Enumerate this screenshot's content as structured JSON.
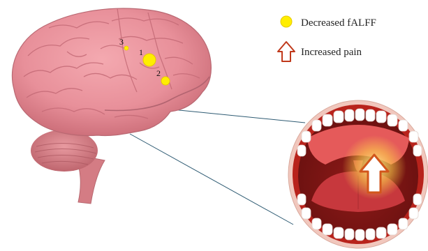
{
  "legend": {
    "items": [
      {
        "label": "Decreased fALFF",
        "symbol": "yellow-dot",
        "color": "#ffee00"
      },
      {
        "label": "Increased pain",
        "symbol": "up-arrow-outline",
        "color": "#c0391b"
      }
    ]
  },
  "brain": {
    "regions": [
      {
        "number": "1",
        "size": "large"
      },
      {
        "number": "2",
        "size": "medium"
      },
      {
        "number": "3",
        "size": "small"
      }
    ]
  },
  "colors": {
    "brain_main": "#e8909a",
    "brain_dark": "#c96a75",
    "cerebellum": "#d8787f",
    "mouth_outer": "#b8231c",
    "mouth_lip": "#f1c7bd",
    "tongue": "#c7383d",
    "palate": "#e55a5a",
    "connector": "#2d5a72",
    "marker": "#ffee00"
  }
}
